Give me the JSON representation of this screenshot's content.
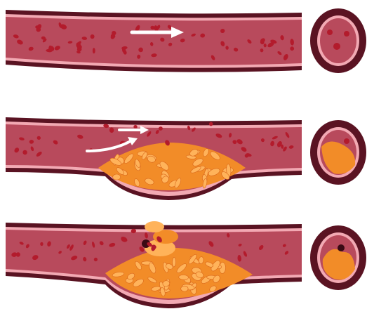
{
  "figure": {
    "panels": [
      {
        "id": "normal",
        "plaque": "none",
        "flow_arrows": 1,
        "rupture": false
      },
      {
        "id": "narrowed",
        "plaque": "partial",
        "flow_arrows": 2,
        "rupture": false
      },
      {
        "id": "ruptured",
        "plaque": "ruptured-with-clot",
        "flow_arrows": 0,
        "rupture": true
      }
    ],
    "colors": {
      "vessel_wall": "#5a1322",
      "vessel_wall_light": "#8e3b4b",
      "blood": "#b84a5c",
      "intima": "#f2a9b3",
      "cell": "#b31b2c",
      "plaque": "#f28c28",
      "plaque_light": "#ffb35a",
      "arrow": "#ffffff"
    }
  }
}
